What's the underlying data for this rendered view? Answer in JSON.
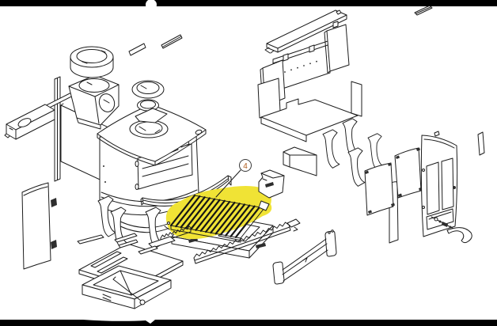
{
  "document": {
    "kind": "exploded-parts-diagram",
    "subject": "wood-burning stove",
    "page_background": "#ffffff",
    "edge_bar_color": "#000000",
    "line_color": "#1c1c1c"
  },
  "callout": {
    "number": "4",
    "number_color": "#b05c1d",
    "circle_stroke": "#3a3a3a",
    "highlight_color": "#f0e335",
    "highlighted_part": "riddling-grate"
  },
  "parts": [
    "rear-heat-shield",
    "trim-strip",
    "support-strip",
    "air-control-box",
    "left-side-panel",
    "flue-outlet-box",
    "flue-collar",
    "top-infill-plates",
    "baffle-plate",
    "firebrick-set",
    "firebox-floor",
    "inner-base-front",
    "cast-legs",
    "side-strip",
    "stove-body",
    "top-plate",
    "blanking-lid",
    "front-rail",
    "riddling-grate",
    "inner-base-pan",
    "riddling-racks",
    "ash-retainer-plate",
    "ash-pan",
    "operating-tool",
    "loose-strips",
    "airwash-plate",
    "glass-panels",
    "door-frame",
    "latch-fittings",
    "door-handle",
    "front-fender"
  ]
}
